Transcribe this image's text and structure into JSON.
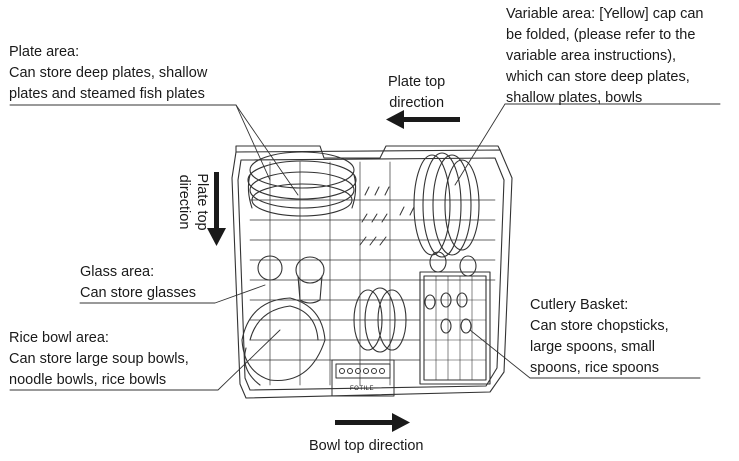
{
  "labels": {
    "plate_area": {
      "title": "Plate area:",
      "lines": [
        "Can store deep plates, shallow",
        "plates and steamed fish plates"
      ]
    },
    "plate_top_direction_right": {
      "lines": [
        "Plate top",
        "direction"
      ]
    },
    "plate_top_direction_left": {
      "lines": [
        "Plate top",
        "direction"
      ]
    },
    "variable_area": {
      "lines": [
        "Variable area: [Yellow] cap can",
        "be folded, (please refer to the",
        "variable area instructions),",
        "which can store deep plates,",
        "shallow plates, bowls"
      ]
    },
    "glass_area": {
      "title": "Glass area:",
      "lines": [
        "Can store glasses"
      ]
    },
    "rice_bowl_area": {
      "title": "Rice bowl area:",
      "lines": [
        "Can store large soup bowls,",
        "noodle bowls, rice bowls"
      ]
    },
    "cutlery_basket": {
      "title": "Cutlery Basket:",
      "lines": [
        "Can store chopsticks,",
        "large spoons, small",
        "spoons, rice spoons"
      ]
    },
    "bowl_top_direction": {
      "lines": [
        "Bowl top direction"
      ]
    }
  },
  "badge": "FOTILE",
  "colors": {
    "ink": "#1a1a1a",
    "line": "#333333",
    "background": "#ffffff"
  },
  "icons": {
    "arrow_left": "arrow-left-icon",
    "arrow_down": "arrow-down-icon",
    "arrow_right": "arrow-right-icon"
  }
}
